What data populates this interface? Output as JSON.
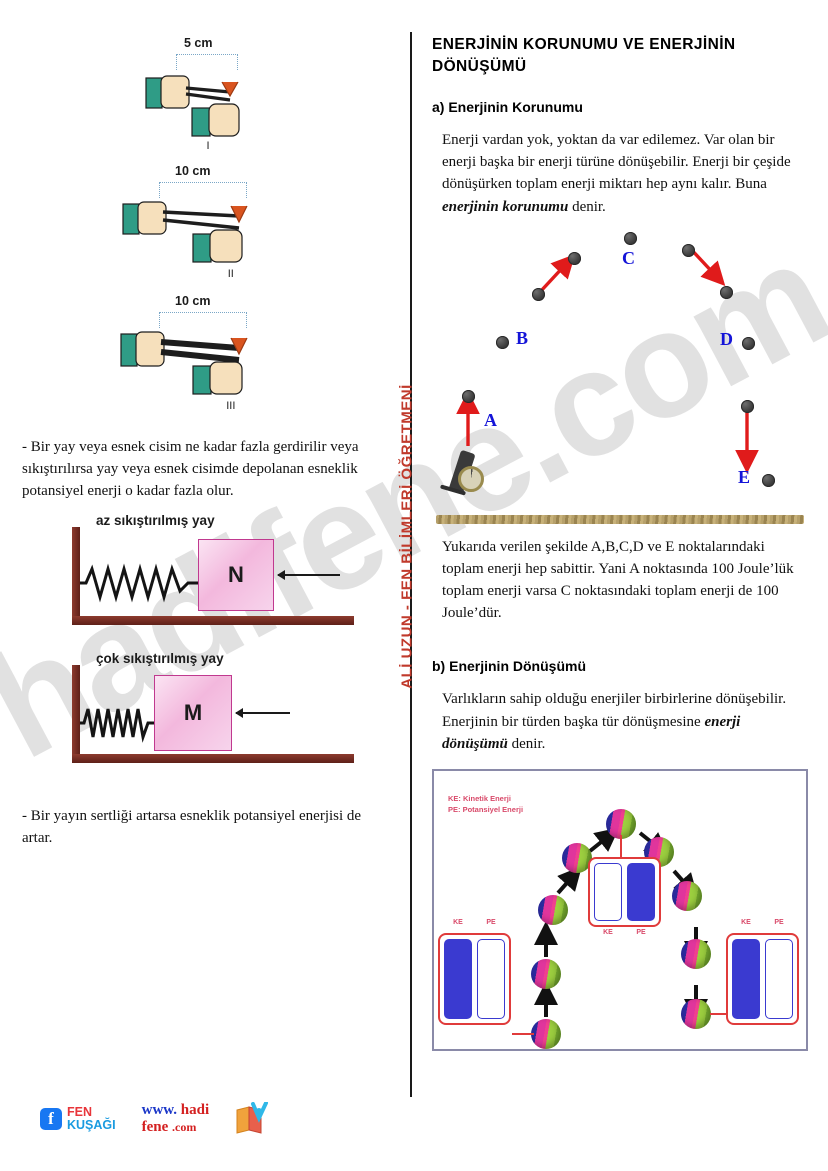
{
  "watermark": {
    "text": "hadifene.com"
  },
  "author_strip": {
    "text": "ALİ UZUN - FEN BİLİMLERİ ÖĞRETMENİ"
  },
  "left_column": {
    "slingshot_figures": [
      {
        "dimension": "5 cm",
        "roman": "I"
      },
      {
        "dimension": "10 cm",
        "roman": "II"
      },
      {
        "dimension": "10 cm",
        "roman": "III"
      }
    ],
    "paragraph_1": "- Bir yay veya esnek cisim ne kadar fazla gerdirilir veya sıkıştırılırsa yay veya esnek cisimde depolanan esneklik potansiyel enerji o kadar fazla olur.",
    "spring_figures": [
      {
        "label": "az sıkıştırılmış yay",
        "block": "N"
      },
      {
        "label": "çok sıkıştırılmış yay",
        "block": "M"
      }
    ],
    "paragraph_2": "- Bir yayın sertliği artarsa esneklik potansiyel enerjisi de artar."
  },
  "right_column": {
    "title": "ENERJİNİN KORUNUMU VE ENERJİNİN DÖNÜŞÜMÜ",
    "section_a": {
      "heading": "a) Enerjinin Korunumu",
      "paragraph_lead": "Enerji vardan yok, yoktan da var edilemez. Var olan bir enerji başka bir enerji türüne dönüşebilir. Enerji bir çeşide dönüşürken toplam enerji miktarı hep aynı kalır. Buna ",
      "paragraph_emphasis": "enerjinin korunumu",
      "paragraph_tail": " denir.",
      "trajectory_points": [
        "A",
        "B",
        "C",
        "D",
        "E"
      ],
      "paragraph_after": "Yukarıda verilen şekilde A,B,C,D ve E noktalarındaki toplam enerji hep sabittir. Yani A noktasında 100 Joule’lük toplam enerji varsa C noktasındaki toplam enerji de 100 Joule’dür."
    },
    "section_b": {
      "heading": "b) Enerjinin Dönüşümü",
      "paragraph_lead": "Varlıkların sahip olduğu enerjiler birbirlerine dönüşebilir. Enerjinin bir türden başka tür dönüşmesine ",
      "paragraph_emphasis": "enerji dönüşümü",
      "paragraph_tail": " denir.",
      "diagram": {
        "legend": [
          "KE: Kinetik Enerji",
          "PE: Potansiyel Enerji"
        ],
        "bar_captions": [
          "KE",
          "PE"
        ],
        "states": [
          {
            "position": "left-bottom",
            "ke": "full",
            "pe": "empty"
          },
          {
            "position": "top",
            "ke": "empty",
            "pe": "full"
          },
          {
            "position": "right-bottom",
            "ke": "full",
            "pe": "empty"
          }
        ]
      }
    }
  },
  "footer": {
    "facebook_icon": "facebook-icon",
    "brand_line1": "FEN",
    "brand_line2": "KUŞAĞI",
    "site_www": "www.",
    "site_hadi": "hadi",
    "site_fene": "fene",
    "site_com": ".com"
  },
  "colors": {
    "accent_red": "#c0392b",
    "label_blue": "#1414d8",
    "arrow_red": "#e01b1b",
    "legend_pink": "#d94a6a",
    "energy_blue": "#3a3ad0"
  }
}
